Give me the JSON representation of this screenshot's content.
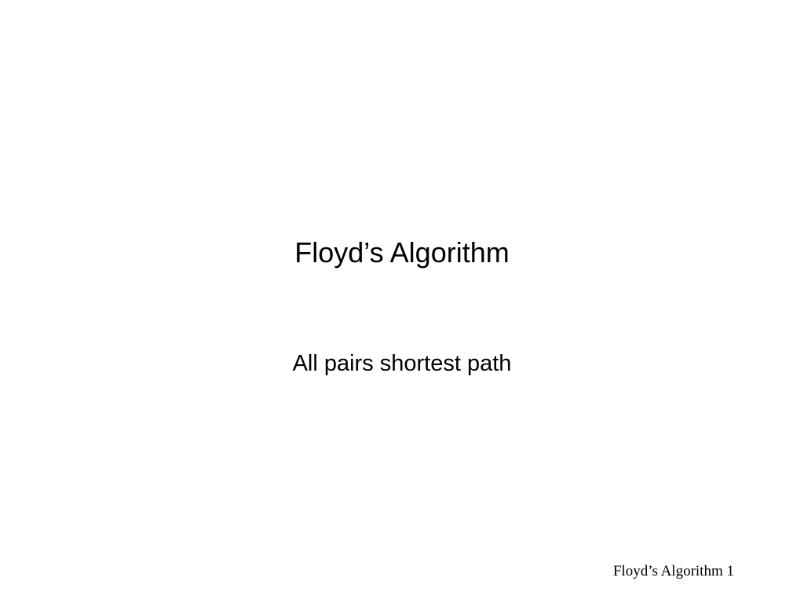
{
  "slide": {
    "title": "Floyd’s Algorithm",
    "subtitle": "All pairs shortest path",
    "footer": "Floyd’s Algorithm 1",
    "background_color": "#ffffff",
    "text_color": "#000000"
  }
}
